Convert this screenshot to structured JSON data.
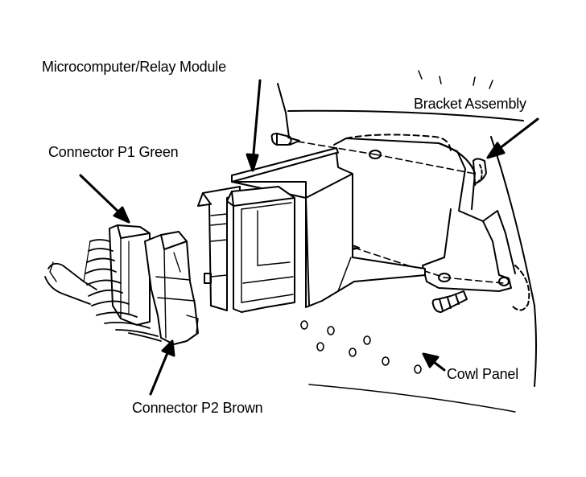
{
  "labels": {
    "module": "Microcomputer/Relay Module",
    "bracket": "Bracket Assembly",
    "connector_p1": "Connector P1 Green",
    "cowl": "Cowl Panel",
    "connector_p2": "Connector P2 Brown"
  },
  "colors": {
    "ink": "#000000",
    "paper": "#ffffff"
  }
}
